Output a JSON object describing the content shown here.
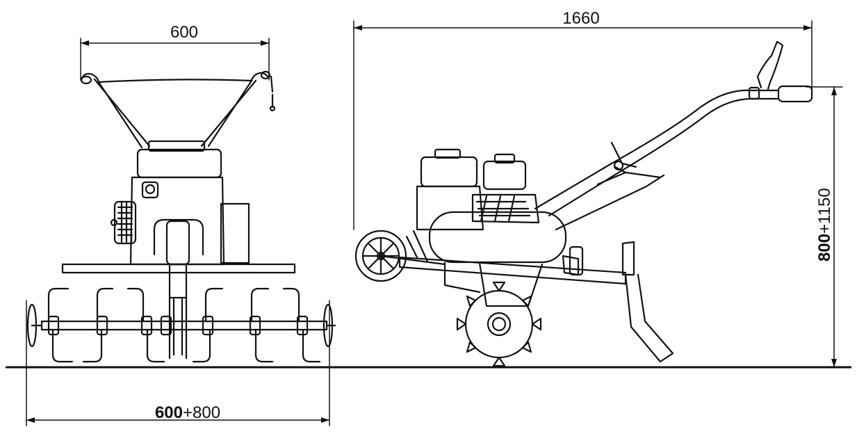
{
  "front_view": {
    "handle_width": "600",
    "tilling_width_bold": "600",
    "tilling_width_sep": "+",
    "tilling_width_rest": "800"
  },
  "side_view": {
    "overall_length": "1660",
    "handle_height_bold": "800",
    "handle_height_sep": "+",
    "handle_height_rest": "1150"
  },
  "colors": {
    "line": "#111111",
    "background": "#ffffff"
  }
}
